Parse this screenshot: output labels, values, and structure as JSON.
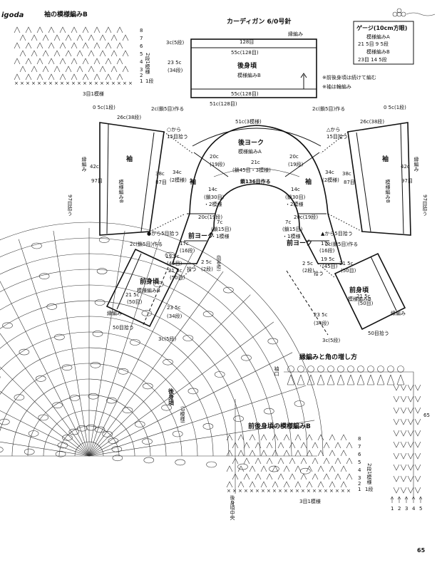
{
  "brand": "igoda",
  "page_number": "65",
  "main_title": "カーディガン 6/0号針",
  "gauge": {
    "title": "ゲージ(10cm方眼)",
    "row1_label": "模様編みA",
    "row1_values": "21 5目 9 5段",
    "row2_label": "模様編みB",
    "row2_values": "23目 14 5段"
  },
  "sleeve_pattern": {
    "title": "袖の模様編みB",
    "row_numbers": [
      "8",
      "7",
      "6",
      "5",
      "4",
      "3",
      "2",
      "1"
    ],
    "repeat_label": "2段1模様",
    "start_label": "1段",
    "bottom_label": "3目1模様"
  },
  "back_body": {
    "title": "後身頃",
    "subtitle": "模様編みB",
    "width_top": "128目",
    "width_mid": "55c(128目)",
    "width_bottom": "55c(128目)",
    "width_base": "51c(128目)",
    "height": "23 5c",
    "height_rows": "(34段)",
    "left_top": "3c(5段)",
    "border": "縁編み",
    "start": "2c(鎖5目)作る",
    "notes": [
      "※前後身頃は続けて編む",
      "※袖は輪編み"
    ]
  },
  "back_yoke": {
    "title": "後ヨーク",
    "subtitle": "模様編みA",
    "width": "51c(3模様)",
    "inner": "21c",
    "inner2": "(鎖45目・3模様)",
    "chain": "鎖136目作る"
  },
  "sleeves": {
    "title": "袖",
    "subtitle": "模様編みB",
    "top": "26c(38段)",
    "top_left": "0 5c(1段)",
    "length": "42c",
    "rows": "97目",
    "bottom_left": "97目拾う",
    "side": "38c",
    "side_rows": "87目",
    "side_pick": "拾う",
    "border": "縁編み",
    "from_circle": "○から",
    "from_triangle": "△から",
    "pick15": "15目拾う",
    "from_dot": "●から5目拾う",
    "from_tri_fill": "▲から5目拾う",
    "pick5": "2c(鎖5目)作る"
  },
  "sleeve_yoke": {
    "title": "袖",
    "c34": "34c",
    "c34r": "(2模様)",
    "c20": "20c",
    "c20r": "(19段)",
    "c14": "14c",
    "c14r": "(鎖30目)",
    "c14r2": "・2模様",
    "c20b": "20c(19段)"
  },
  "front_yoke": {
    "title": "前ヨーク",
    "c7": "7c",
    "c7r": "(鎖15目)",
    "c7r2": "・1模様",
    "c17": "17c",
    "c17r": "(16段)",
    "ref": "(図参照)"
  },
  "front_body": {
    "title": "前身頃",
    "subtitle": "模様編みB",
    "w19": "19 5c",
    "w19r": "(45目)",
    "w21": "21 5c",
    "w21r": "(50目)",
    "pick": "拾う",
    "c2": "2 5c",
    "c2r": "(2段)",
    "h23": "23 5c",
    "h23r": "(34段)",
    "pick50": "50目拾う",
    "bottom": "3c(5段)",
    "border": "縁編み"
  },
  "back_center": {
    "title": "後身頃",
    "rows": "(3模様)",
    "center": "後身頃中央"
  },
  "body_pattern": {
    "title": "前後身頃の模様編みB",
    "row_numbers": [
      "8",
      "7",
      "6",
      "5",
      "4",
      "3",
      "2",
      "1"
    ],
    "repeat_label": "2段1模様",
    "start_label": "1段",
    "bottom_label": "3目1模様"
  },
  "edging": {
    "title": "縁編みと角の増し方",
    "side_label": "袖口",
    "col_numbers": [
      "1",
      "2",
      "3",
      "4",
      "5"
    ],
    "marker": "65"
  }
}
